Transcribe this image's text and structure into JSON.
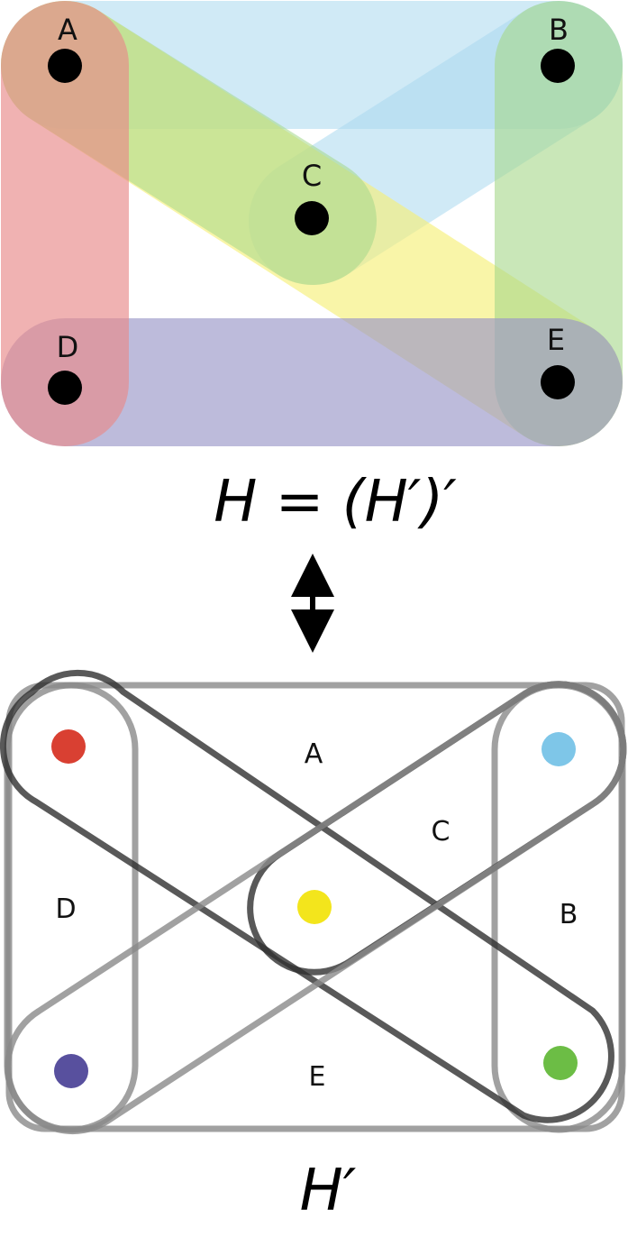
{
  "top": {
    "title": "H = (H′)′",
    "vertices": [
      "A",
      "B",
      "C",
      "D",
      "E"
    ],
    "edge_colors": {
      "blue": "#aad9f0",
      "green": "#a6d88a",
      "yellow": "#f6f07a",
      "purple": "#9b97c8",
      "red": "#e98a8a",
      "vertex": "#000000"
    }
  },
  "arrow": {
    "icon": "double-headed-vertical-arrow-icon"
  },
  "bottom": {
    "title": "H′",
    "edge_labels": [
      "A",
      "B",
      "C",
      "D",
      "E"
    ],
    "vertex_colors": {
      "red": "#d94032",
      "blue": "#7ec6e8",
      "yellow": "#f3e51c",
      "purple": "#58509e",
      "green": "#6cbd45"
    },
    "edge_stroke_color": "#8a8a8a",
    "dark_stroke_color": "#2f2f2f"
  }
}
